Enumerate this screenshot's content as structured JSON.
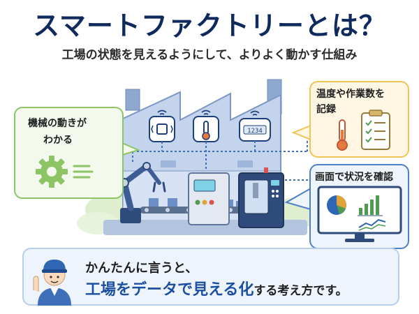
{
  "header": {
    "title": "スマートファクトリーとは？",
    "subtitle": "工場の状態を見えるようにして、よりよく動かす仕組み"
  },
  "bubbles": {
    "machine": {
      "line1": "機械の動きが",
      "line2": "わかる"
    },
    "record": {
      "line1": "温度や作業数を",
      "line2": "記録"
    },
    "screen": {
      "line1": "画面で状況を確認"
    }
  },
  "sensors": {
    "counter_display": "1234"
  },
  "summary": {
    "line1": "かんたんに言うと、",
    "highlight": "工場をデータで見える化",
    "rest": "する考え方です。"
  },
  "colors": {
    "navy": "#0f2a5c",
    "accent_blue": "#1c4fa1",
    "green": "#8cc466",
    "yellow": "#f0c454",
    "factory_wall": "#b9cbe6"
  }
}
